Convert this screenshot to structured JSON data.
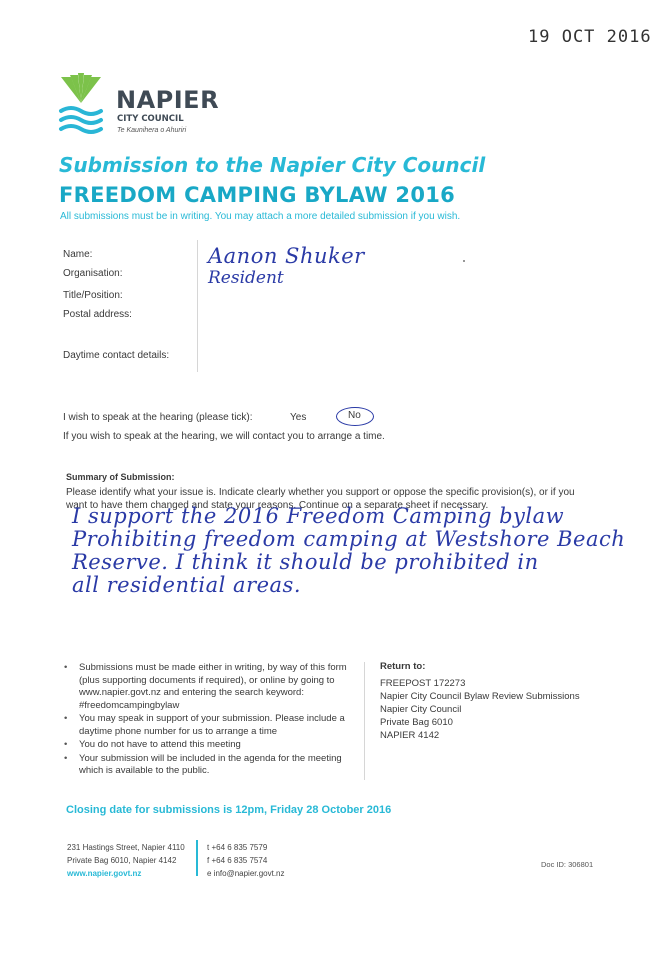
{
  "stamp_date": "19 OCT 2016",
  "logo": {
    "icon": "napier-leaf-waves-logo",
    "colors": {
      "leaf": "#7cc24a",
      "waves": "#29b6d6"
    },
    "name": "NAPIER",
    "subtitle": "CITY COUNCIL",
    "tagline": "Te Kaunihera o Ahuriri"
  },
  "header": {
    "title": "Submission to the Napier City Council",
    "subtitle": "FREEDOM CAMPING BYLAW 2016",
    "intro": "All submissions must be in writing. You may attach a more detailed submission if you wish."
  },
  "fields": {
    "name_label": "Name:",
    "name_value": "Aanon Shuker",
    "organisation_label": "Organisation:",
    "organisation_value": "Resident",
    "title_label": "Title/Position:",
    "postal_label": "Postal address:",
    "daytime_label": "Daytime contact details:"
  },
  "hearing": {
    "question": "I wish to speak at the hearing (please tick):",
    "yes": "Yes",
    "no": "No",
    "selected": "No",
    "note": "If you wish to speak at the hearing, we will contact you to arrange a time."
  },
  "summary": {
    "heading": "Summary of Submission:",
    "instructions": "Please identify what your issue is. Indicate clearly whether you support or oppose the specific provision(s), or if you want to have them changed and state your reasons. Continue on a separate sheet if necessary.",
    "handwritten_lines": [
      "I support the 2016 Freedom Camping bylaw",
      "Prohibiting freedom camping at Westshore Beach",
      "Reserve. I think it should be prohibited in",
      "all residential areas."
    ]
  },
  "notes": [
    "Submissions must be made either in writing, by way of this form (plus supporting documents if required), or online by going to www.napier.govt.nz and entering the search keyword: #freedomcampingbylaw",
    "You may speak in support of your submission. Please include a daytime phone number for us to arrange a time",
    "You do not have to attend this meeting",
    "Your submission will be included in the agenda for the meeting which is available to the public."
  ],
  "return_to": {
    "heading": "Return to:",
    "lines": [
      "FREEPOST 172273",
      "Napier City Council Bylaw Review Submissions",
      "Napier City Council",
      "Private Bag 6010",
      "NAPIER 4142"
    ]
  },
  "closing": "Closing date for submissions is 12pm, Friday 28 October 2016",
  "footer": {
    "address1": "231 Hastings Street, Napier 4110",
    "address2": "Private Bag 6010, Napier 4142",
    "website": "www.napier.govt.nz",
    "phone": "t +64 6 835 7579",
    "fax": "f +64 6 835 7574",
    "email": "e info@napier.govt.nz",
    "doc_id": "Doc ID: 306801"
  }
}
